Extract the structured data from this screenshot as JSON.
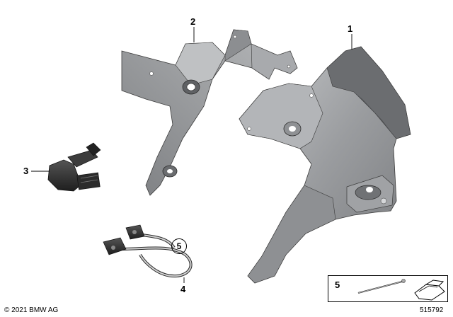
{
  "callouts": {
    "part1": "1",
    "part2": "2",
    "part3": "3",
    "part4": "4",
    "part5_circled": "5",
    "legend_5": "5"
  },
  "footer": {
    "copyright": "© 2021 BMW AG",
    "diagram_number": "515792"
  },
  "colors": {
    "metal_dark": "#6f7174",
    "metal_mid": "#9a9c9f",
    "metal_light": "#c8cacc",
    "rubber_black": "#2b2b2b",
    "line": "#000000"
  }
}
